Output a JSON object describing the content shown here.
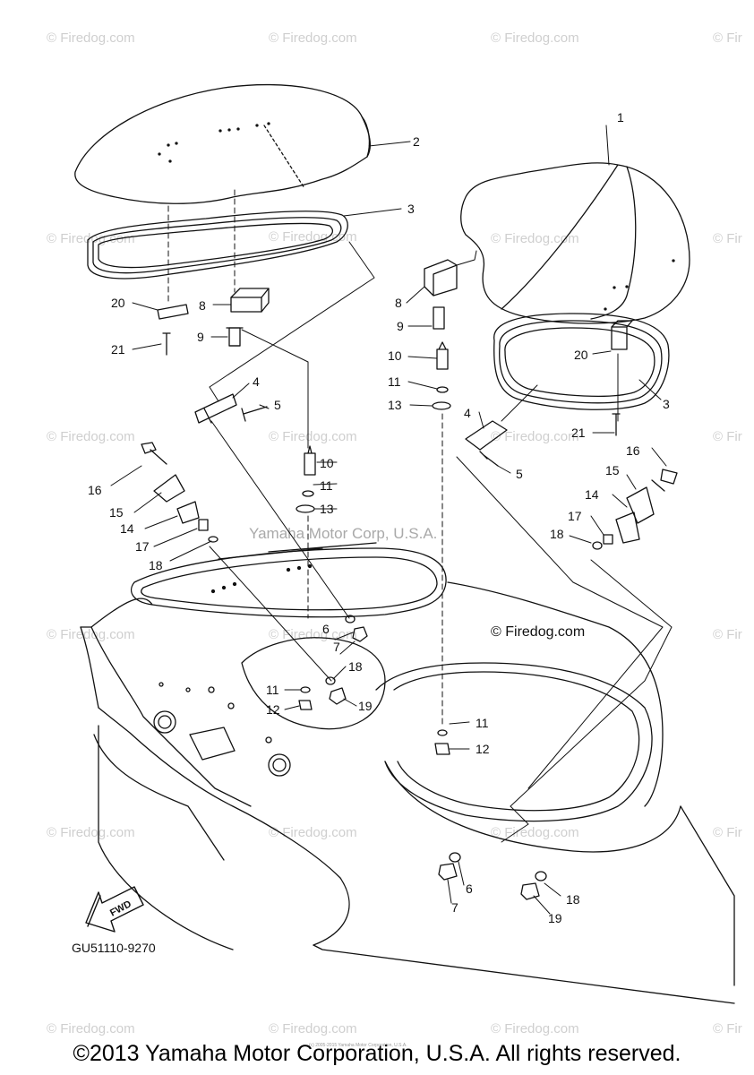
{
  "watermark_text": "© Firedog.com",
  "watermark_edge_text": "© Fir",
  "center_watermark": "Yamaha Motor Corp, U.S.A.",
  "firedog_notice": "© Firedog.com",
  "part_code": "GU51110-9270",
  "fwd_label": "FWD",
  "tiny_note": "(c) 2005-2015 Yamaha Motor Corporation, U.S.A.",
  "copyright": "©2013 Yamaha Motor Corporation, U.S.A. All rights reserved.",
  "callouts": {
    "c1": "1",
    "c2": "2",
    "c3a": "3",
    "c3b": "3",
    "c4a": "4",
    "c4b": "4",
    "c5a": "5",
    "c5b": "5",
    "c6a": "6",
    "c6b": "6",
    "c7a": "7",
    "c7b": "7",
    "c8a": "8",
    "c8b": "8",
    "c9a": "9",
    "c9b": "9",
    "c10a": "10",
    "c10b": "10",
    "c11a": "11",
    "c11b": "11",
    "c11c": "11",
    "c11d": "11",
    "c12a": "12",
    "c12b": "12",
    "c13a": "13",
    "c13b": "13",
    "c14a": "14",
    "c14b": "14",
    "c15a": "15",
    "c15b": "15",
    "c16a": "16",
    "c16b": "16",
    "c17a": "17",
    "c17b": "17",
    "c18a": "18",
    "c18b": "18",
    "c18c": "18",
    "c18d": "18",
    "c19a": "19",
    "c19b": "19",
    "c20a": "20",
    "c20b": "20",
    "c21a": "21",
    "c21b": "21"
  },
  "icons": [
    "fwd-arrow-icon"
  ],
  "colors": {
    "line": "#111111",
    "watermark": "#cfcfcf",
    "background": "#ffffff"
  }
}
